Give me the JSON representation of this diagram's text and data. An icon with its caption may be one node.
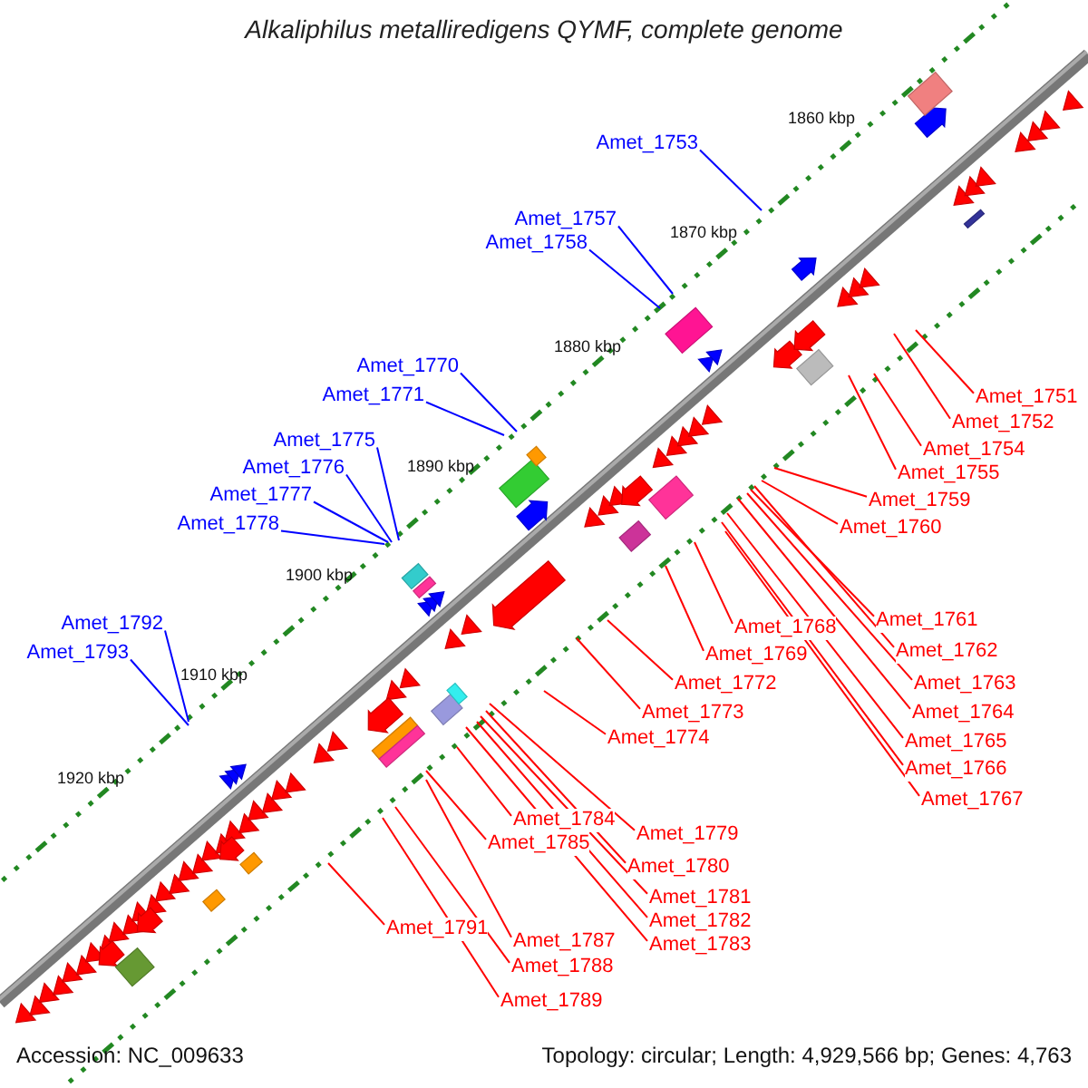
{
  "diagram": {
    "title": "Alkaliphilus metalliredigens QYMF, complete genome",
    "nodes": [
      {
        "text": [
          "Amet_1753"
        ]
      },
      {
        "text": [
          "Amet_1757"
        ]
      },
      {
        "text": [
          "Amet_1758"
        ]
      },
      {
        "text": [
          "Amet_1770"
        ]
      },
      {
        "text": [
          "Amet_1771"
        ]
      },
      {
        "text": [
          "Amet_1775"
        ]
      },
      {
        "text": [
          "Amet_1776"
        ]
      },
      {
        "text": [
          "Amet_1777"
        ]
      },
      {
        "text": [
          "Amet_1778"
        ]
      },
      {
        "text": [
          "Amet_1792"
        ]
      },
      {
        "text": [
          "Amet_1793"
        ]
      },
      {
        "text": [
          "Amet_1751"
        ]
      },
      {
        "text": [
          "Amet_1752"
        ]
      },
      {
        "text": [
          "Amet_1754"
        ]
      },
      {
        "text": [
          "Amet_1755"
        ]
      },
      {
        "text": [
          "Amet_1759"
        ]
      },
      {
        "text": [
          "Amet_1760"
        ]
      },
      {
        "text": [
          "Amet_1761"
        ]
      },
      {
        "text": [
          "Amet_1768"
        ]
      },
      {
        "text": [
          "Amet_1762"
        ]
      },
      {
        "text": [
          "Amet_1769"
        ]
      },
      {
        "text": [
          "Amet_1763"
        ]
      },
      {
        "text": [
          "Amet_1772"
        ]
      },
      {
        "text": [
          "Amet_1764"
        ]
      },
      {
        "text": [
          "Amet_1773"
        ]
      },
      {
        "text": [
          "Amet_1774"
        ]
      },
      {
        "text": [
          "Amet_1765"
        ]
      },
      {
        "text": [
          "Amet_1766"
        ]
      },
      {
        "text": [
          "Amet_1767"
        ]
      },
      {
        "text": [
          "Amet_1784"
        ]
      },
      {
        "text": [
          "Amet_1779"
        ]
      },
      {
        "text": [
          "Amet_1785"
        ]
      },
      {
        "text": [
          "Amet_1780"
        ]
      },
      {
        "text": [
          "Amet_1781"
        ]
      },
      {
        "text": [
          "Amet_1782"
        ]
      },
      {
        "text": [
          "Amet_1791"
        ]
      },
      {
        "text": [
          "Amet_1787"
        ]
      },
      {
        "text": [
          "Amet_1783"
        ]
      },
      {
        "text": [
          "Amet_1788"
        ]
      },
      {
        "text": [
          "Amet_1789"
        ]
      }
    ],
    "edges": [
      {
        "from": 0,
        "to": null,
        "arrow": "none",
        "color": "#0000ff"
      },
      {
        "from": 1,
        "to": null,
        "arrow": "none",
        "color": "#0000ff"
      },
      {
        "from": 2,
        "to": null,
        "arrow": "none",
        "color": "#0000ff"
      },
      {
        "from": 3,
        "to": null,
        "arrow": "none",
        "color": "#0000ff"
      },
      {
        "from": 4,
        "to": null,
        "arrow": "none",
        "color": "#0000ff"
      },
      {
        "from": 5,
        "to": null,
        "arrow": "none",
        "color": "#0000ff"
      },
      {
        "from": 6,
        "to": null,
        "arrow": "none",
        "color": "#0000ff"
      },
      {
        "from": 7,
        "to": null,
        "arrow": "none",
        "color": "#0000ff"
      },
      {
        "from": 8,
        "to": null,
        "arrow": "none",
        "color": "#0000ff"
      },
      {
        "from": 9,
        "to": null,
        "arrow": "none",
        "color": "#0000ff"
      },
      {
        "from": 10,
        "to": null,
        "arrow": "none",
        "color": "#0000ff"
      },
      {
        "from": 11,
        "to": null,
        "arrow": "none"
      },
      {
        "from": 12,
        "to": null,
        "arrow": "none"
      },
      {
        "from": 13,
        "to": null,
        "arrow": "none"
      },
      {
        "from": 14,
        "to": null,
        "arrow": "none"
      },
      {
        "from": 15,
        "to": null,
        "arrow": "none"
      },
      {
        "from": 16,
        "to": null,
        "arrow": "none"
      },
      {
        "from": 17,
        "to": null,
        "arrow": "none"
      },
      {
        "from": 18,
        "to": null,
        "arrow": "none"
      },
      {
        "from": 19,
        "to": null,
        "arrow": "none"
      },
      {
        "from": 20,
        "to": null,
        "arrow": "none"
      },
      {
        "from": 21,
        "to": null,
        "arrow": "none"
      },
      {
        "from": 22,
        "to": null,
        "arrow": "none"
      },
      {
        "from": 23,
        "to": null,
        "arrow": "none"
      },
      {
        "from": 24,
        "to": null,
        "arrow": "none"
      },
      {
        "from": 25,
        "to": null,
        "arrow": "none"
      },
      {
        "from": 26,
        "to": null,
        "arrow": "none"
      },
      {
        "from": 27,
        "to": null,
        "arrow": "none"
      },
      {
        "from": 28,
        "to": null,
        "arrow": "none"
      },
      {
        "from": 29,
        "to": null,
        "arrow": "none"
      },
      {
        "from": 30,
        "to": null,
        "arrow": "none"
      },
      {
        "from": 31,
        "to": null,
        "arrow": "none"
      },
      {
        "from": 32,
        "to": null,
        "arrow": "none"
      },
      {
        "from": 33,
        "to": null,
        "arrow": "none"
      },
      {
        "from": 34,
        "to": null,
        "arrow": "none"
      },
      {
        "from": 35,
        "to": null,
        "arrow": "none"
      },
      {
        "from": 36,
        "to": null,
        "arrow": "none"
      },
      {
        "from": 37,
        "to": null,
        "arrow": "none"
      },
      {
        "from": 38,
        "to": null,
        "arrow": "none"
      },
      {
        "from": 39,
        "to": null,
        "arrow": "none"
      }
    ],
    "labels": [
      "1860 kbp",
      "1870 kbp",
      "1880 kbp",
      "1890 kbp",
      "1900 kbp",
      "1910 kbp",
      "1920 kbp",
      "Accession: NC_009633",
      "Topology: circular; Length: 4,929,566 bp; Genes: 4,763"
    ]
  }
}
